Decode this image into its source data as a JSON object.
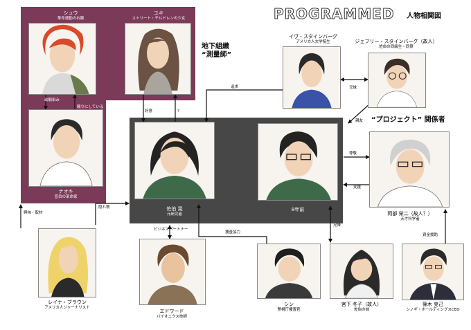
{
  "header": {
    "logo": "PROGRAMMED",
    "subtitle": "人物相関図"
  },
  "groups": {
    "underground": "地下組織\n“測量師”",
    "project": "“プロジェクト” 関係者"
  },
  "characters": {
    "shu": {
      "name": "シュウ",
      "role": "革命運動の右腕"
    },
    "yuki": {
      "name": "ユキ",
      "role": "ストリート・チルドレンの少女"
    },
    "naoki": {
      "name": "ナオキ",
      "role": "盲目の革命家"
    },
    "saeki": {
      "name": "佐伯 晃",
      "role": "元研究者"
    },
    "past": {
      "name": "8年前"
    },
    "eve": {
      "name": "イヴ・スタインバーグ",
      "role": "アメリカ人大学院生"
    },
    "jeffrey": {
      "name": "ジェフリー・スタインバーグ（故人）",
      "role": "佐伯の同級生・同僚"
    },
    "abe": {
      "name": "阿部 栄二（故人？）",
      "role": "天才科学者"
    },
    "reina": {
      "name": "レイナ・ブラウン",
      "role": "アメリカ人ジャーナリスト"
    },
    "edward": {
      "name": "エドワード",
      "role": "バイオニクス技師"
    },
    "shin": {
      "name": "シン",
      "role": "警視庁捜査官"
    },
    "fuyuko": {
      "name": "宮下 冬子（故人）",
      "role": "佐伯の妹"
    },
    "shinoki": {
      "name": "篠木 克己",
      "role": "シノギ・ホールディングスCEO"
    }
  },
  "relations": {
    "osananajimi": "幼馴染み",
    "tayori": "頼りにしている",
    "kouiki": "好意",
    "question": "?",
    "tsuiseki": "追求",
    "kyoudai": "兄妹",
    "shinyuu": "親友",
    "sonkei": "尊敬",
    "shien": "支援",
    "kyoumi": "興味・取材",
    "kakurega": "隠れ蓑",
    "business": "ビジネスパートナー",
    "sousa": "捜査協力",
    "kyoudai2": "兄妹",
    "shikin": "資金援助"
  }
}
